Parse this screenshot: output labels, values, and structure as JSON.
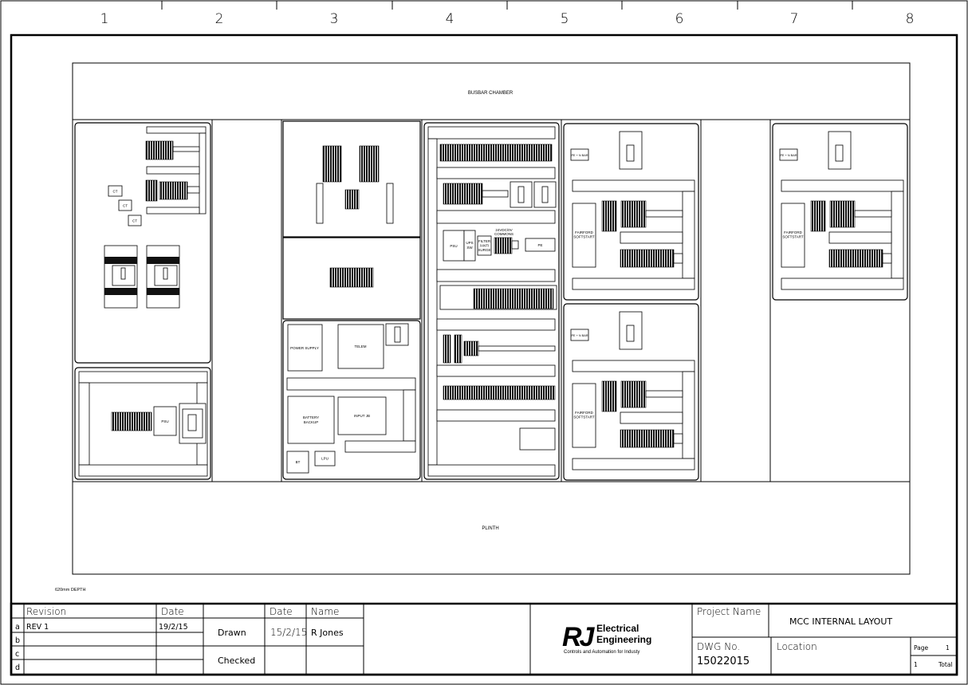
{
  "drawing": {
    "column_numbers": [
      "1",
      "2",
      "3",
      "4",
      "5",
      "6",
      "7",
      "8"
    ],
    "busbar_chamber": "BUSBAR CHAMBER",
    "plinth": "PLINTH",
    "depth_note": "620mm DEPTH",
    "incomer": {
      "ct_labels": [
        "CT",
        "CT",
        "CT"
      ]
    },
    "aux_panel": {
      "psu": "PSU"
    },
    "rtu_panel": {
      "power_supply": "POWER SUPPLY",
      "telem": "TELEM",
      "battery_backup": [
        "BATTERY",
        "BACKUP"
      ],
      "input_jb": "INPUT JB",
      "bt": "BT",
      "lpu": "LPU"
    },
    "control_panel": {
      "psu": "PSU",
      "ups_sw": [
        "UPS",
        "SW"
      ],
      "filter": [
        "FILTER",
        "/ANTI",
        "SURGE"
      ],
      "commons": [
        "24VDC/0V",
        "COMMONS"
      ],
      "pe": "PE"
    },
    "starter_panel": {
      "pe_bar": "PE + N BAR",
      "softstart": [
        "FAIRFORD",
        "SOFTSTART"
      ]
    }
  },
  "title_block": {
    "revision_header": "Revision",
    "date_header": "Date",
    "row_letters": [
      "a",
      "b",
      "c",
      "d"
    ],
    "revisions": [
      {
        "revision": "REV 1",
        "date": "19/2/15"
      },
      {
        "revision": "",
        "date": ""
      },
      {
        "revision": "",
        "date": ""
      },
      {
        "revision": "",
        "date": ""
      }
    ],
    "sign_date_header": "Date",
    "name_header": "Name",
    "drawn_label": "Drawn",
    "drawn_date": "15/2/15",
    "drawn_name": "R Jones",
    "checked_label": "Checked",
    "logo": {
      "mark": "RJ",
      "line1": "Electrical",
      "line2": "Engineering",
      "tagline": "Controls and Automation for Industy"
    },
    "project_name_label": "Project Name",
    "project_name": "MCC INTERNAL LAYOUT",
    "dwg_no_label": "DWG No.",
    "dwg_no": "15022015",
    "location_label": "Location",
    "page_label": "Page",
    "page_number": "1",
    "total_number": "1",
    "total_label": "Total"
  }
}
